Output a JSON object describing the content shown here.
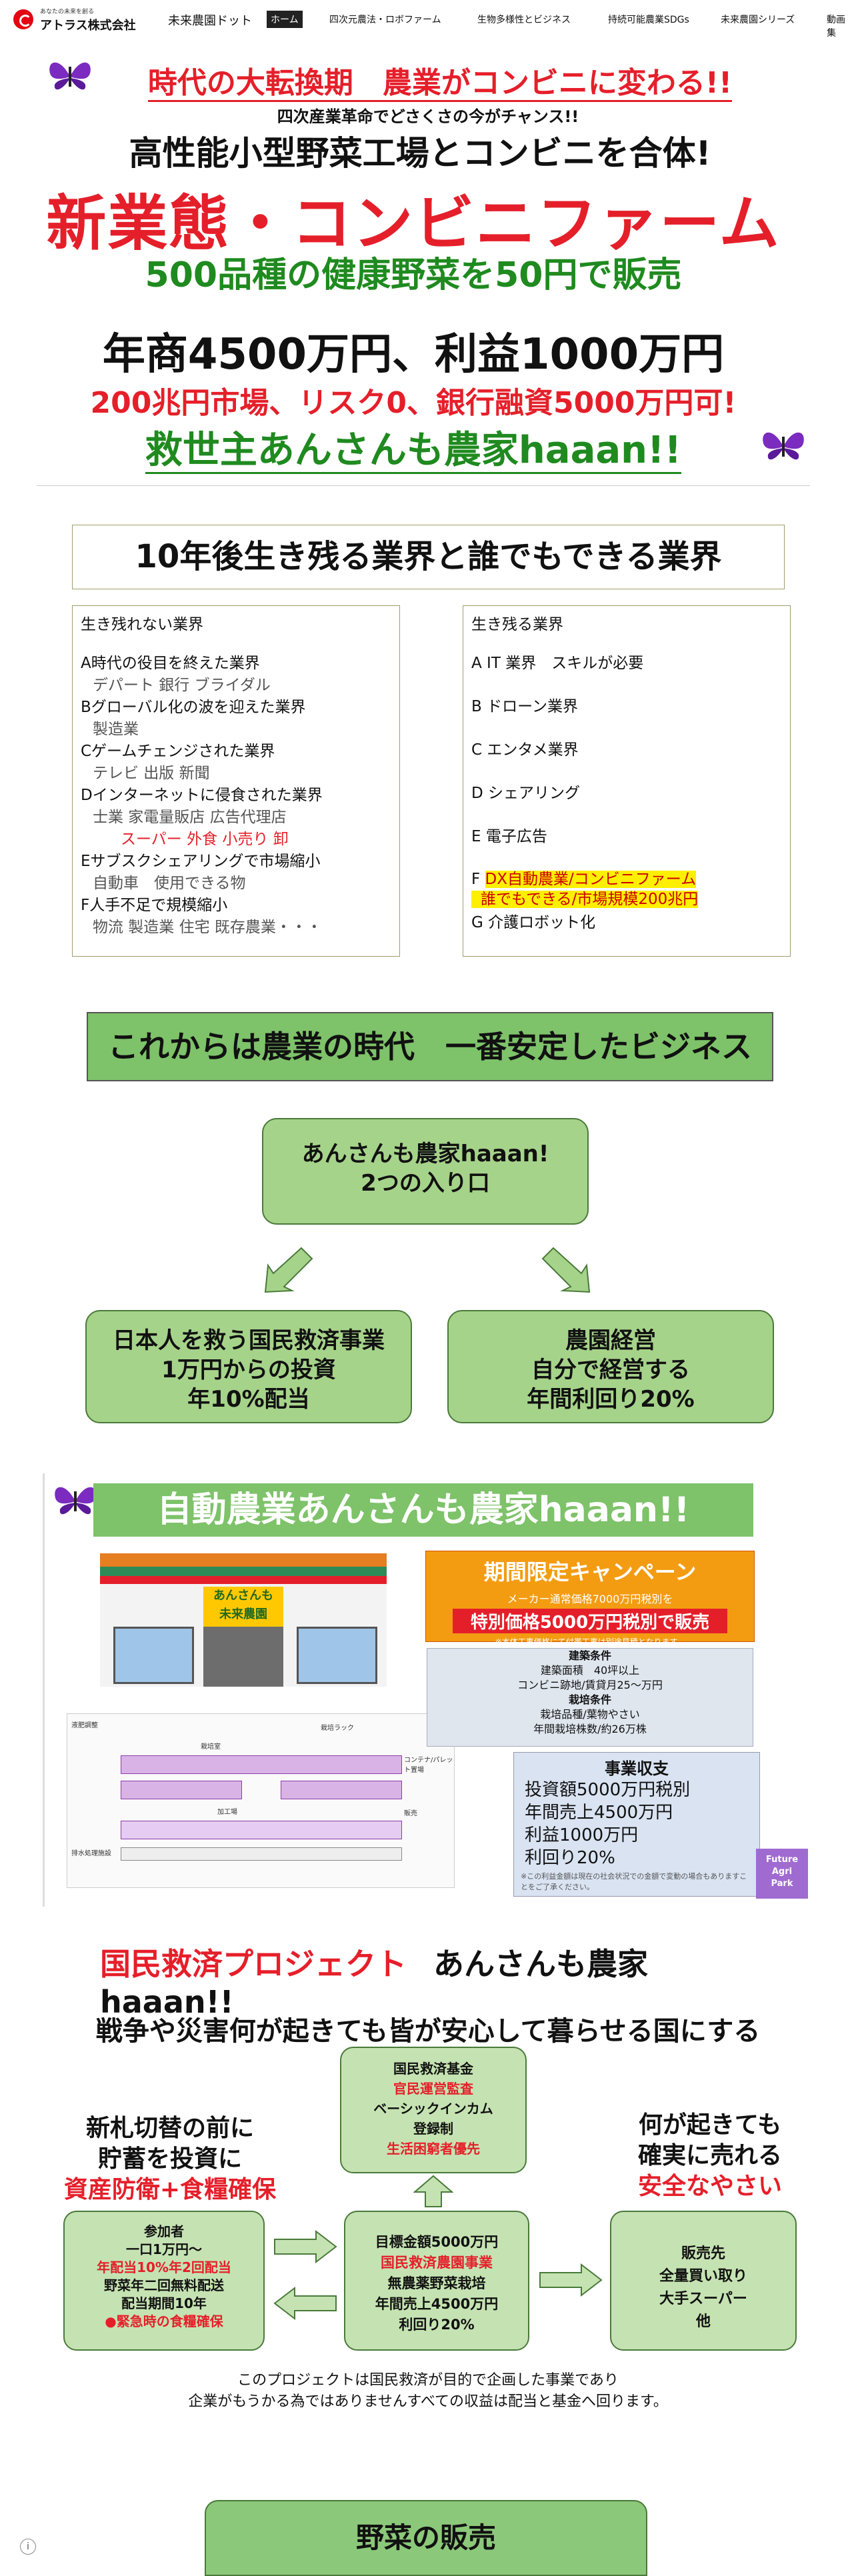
{
  "header": {
    "logo_tagline": "あなたの未来を創る",
    "company": "アトラス株式会社",
    "site_title": "未来農園ドット",
    "nav": [
      "ホーム",
      "四次元農法・ロボファーム",
      "生物多様性とビジネス",
      "持続可能農業SDGs",
      "未来農園シリーズ",
      "動画集"
    ]
  },
  "hero": {
    "line1": "時代の大転換期　農業がコンビニに変わる!!",
    "line2": "四次産業革命でどさくさの今がチャンス!!",
    "line3": "高性能小型野菜工場とコンビニを合体!",
    "line4": "新業態・コンビニファーム",
    "line5": "500品種の健康野菜を50円で販売",
    "line6": "年商4500万円、利益1000万円",
    "line7": "200兆円市場、リスク0、銀行融資5000万円可!",
    "line8": "救世主あんさんも農家haaan!!"
  },
  "industries": {
    "title": "10年後生き残る業界と誰でもできる業界",
    "left_head": "生き残れない業界",
    "left": [
      {
        "main": "A時代の役目を終えた業界",
        "sub": "デパート 銀行 ブライダル"
      },
      {
        "main": "Bグローバル化の波を迎えた業界",
        "sub": "製造業"
      },
      {
        "main": "Cゲームチェンジされた業界",
        "sub": "テレビ 出版 新聞"
      },
      {
        "main": "Dインターネットに侵食された業界",
        "sub": "士業 家電量販店 広告代理店",
        "red": "スーパー 外食 小売り 卸"
      },
      {
        "main": "Eサブスクシェアリングで市場縮小",
        "sub": "自動車　使用できる物"
      },
      {
        "main": "F人手不足で規模縮小",
        "sub": "物流 製造業 住宅 既存農業・・・"
      }
    ],
    "right_head": "生き残る業界",
    "right": [
      "A IT 業界　スキルが必要",
      "B ドローン業界",
      "C エンタメ業界",
      "D シェアリング",
      "E 電子広告"
    ],
    "right_f_prefix": "F",
    "right_f_highlight1": "DX自動農業/コンビニファーム",
    "right_f_highlight2": "誰でもできる/市場規模200兆円",
    "right_g": "G 介護ロボット化"
  },
  "business": {
    "banner": "これからは農業の時代　一番安定したビジネス",
    "entry_line1": "あんさんも農家haaan!",
    "entry_line2": "2つの入り口",
    "left_line1": "日本人を救う国民救済事業",
    "left_line2": "1万円からの投資",
    "left_line3": "年10%配当",
    "right_line1": "農園経営",
    "right_line2": "自分で経営する",
    "right_line3": "年間利回り20%"
  },
  "auto": {
    "title": "自動農業あんさんも農家haaan!!",
    "store_sign1": "あんさんも",
    "store_sign2": "未来農園",
    "campaign_title": "期間限定キャンペーン",
    "campaign_l1": "メーカー通常価格7000万円税別を",
    "campaign_l2": "特別価格5000万円税別で販売",
    "campaign_l3": "※本体工事価格にて付帯工事は別途見積となります。",
    "cond_head1": "建築条件",
    "cond_l1": "建築面積　40坪以上",
    "cond_l2": "コンビニ跡地/賃貸月25〜万円",
    "cond_head2": "栽培条件",
    "cond_l3": "栽培品種/葉物やさい",
    "cond_l4": "年間栽培株数/約26万株",
    "fin_head": "事業収支",
    "fin_rows": [
      "投資額5000万円税別",
      "年間売上4500万円",
      "利益1000万円",
      "利回り20%"
    ],
    "fin_note": "※この利益金額は現在の社会状況での金額で変動の場合もありますことをご了承ください。",
    "badge_l1": "Future",
    "badge_l2": "Agri",
    "badge_l3": "Park",
    "floor_labels": [
      "液肥調整",
      "栽培室",
      "栽培ラック",
      "加工場",
      "コンテナ/パレット置場",
      "販売",
      "排水処理施設"
    ]
  },
  "project": {
    "title_red": "国民救済プロジェクト",
    "title_black": "あんさんも農家haaan!!",
    "subtitle": "戦争や災害何が起きても皆が安心して暮らせる国にする",
    "fund": [
      "国民救済基金",
      "官民運営監査",
      "ベーシックインカム",
      "登録制",
      "生活困窮者優先"
    ],
    "left_text1": "新札切替の前に",
    "left_text2": "貯蓄を投資に",
    "left_text3": "資産防衛+食糧確保",
    "right_text1": "何が起きても",
    "right_text2": "確実に売れる",
    "right_text3": "安全なやさい",
    "participate": [
      "参加者",
      "一口1万円〜",
      "年配当10%年2回配当",
      "野菜年二回無料配送",
      "配当期間10年",
      "●緊急時の食糧確保"
    ],
    "middle": [
      "目標金額5000万円",
      "国民救済農園事業",
      "無農薬野菜栽培",
      "年間売上4500万円",
      "利回り20%"
    ],
    "sell": [
      "販売先",
      "全量買い取り",
      "大手スーパー",
      "他"
    ],
    "disclaimer1": "このプロジェクトは国民救済が目的で企画した事業であり",
    "disclaimer2": "企業がもうかる為ではありませんすべての収益は配当と基金へ回ります。"
  },
  "veg_title": "野菜の販売",
  "colors": {
    "red": "#e51f2a",
    "green": "#1f8a1f",
    "panel_green": "#a6d38a",
    "purple": "#a06bd0"
  }
}
